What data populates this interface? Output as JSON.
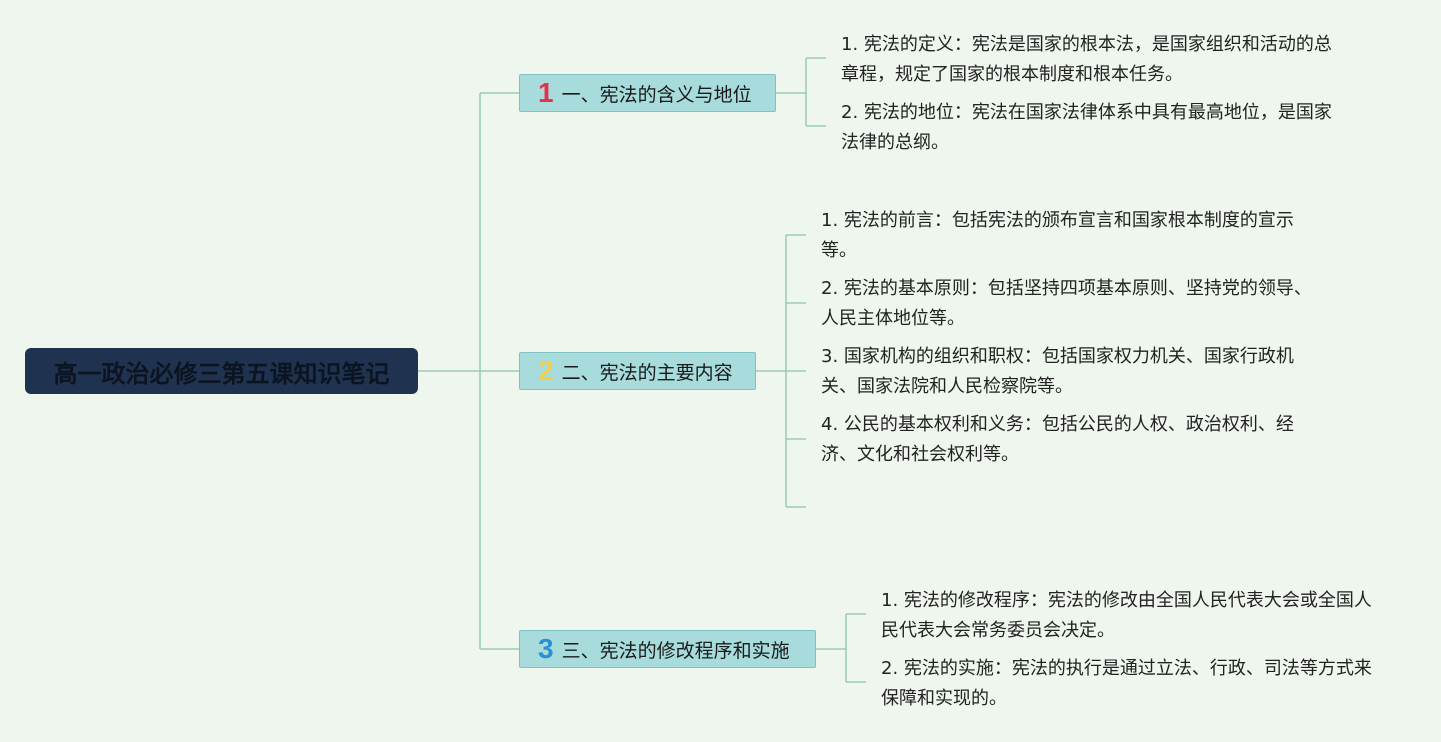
{
  "root": {
    "title": "高一政治必修三第五课知识笔记"
  },
  "branches": [
    {
      "number": "1",
      "number_color": "#e0344b",
      "label": "一、宪法的含义与地位",
      "items": [
        "1. 宪法的定义：宪法是国家的根本法，是国家组织和活动的总章程，规定了国家的根本制度和根本任务。",
        "2. 宪法的地位：宪法在国家法律体系中具有最高地位，是国家法律的总纲。"
      ]
    },
    {
      "number": "2",
      "number_color": "#f2cf4a",
      "label": "二、宪法的主要内容",
      "items": [
        "1. 宪法的前言：包括宪法的颁布宣言和国家根本制度的宣示等。",
        "2. 宪法的基本原则：包括坚持四项基本原则、坚持党的领导、人民主体地位等。",
        "3. 国家机构的组织和职权：包括国家权力机关、国家行政机关、国家法院和人民检察院等。",
        "4. 公民的基本权利和义务：包括公民的人权、政治权利、经济、文化和社会权利等。"
      ]
    },
    {
      "number": "3",
      "number_color": "#2b8fd6",
      "label": "三、宪法的修改程序和实施",
      "items": [
        "1. 宪法的修改程序：宪法的修改由全国人民代表大会或全国人民代表大会常务委员会决定。",
        "2. 宪法的实施：宪法的执行是通过立法、行政、司法等方式来保障和实现的。"
      ]
    }
  ],
  "colors": {
    "background": "#eef6ed",
    "root_fill": "#1f3350",
    "branch_fill": "#a8dcdc",
    "connector": "#8cc3b4"
  }
}
